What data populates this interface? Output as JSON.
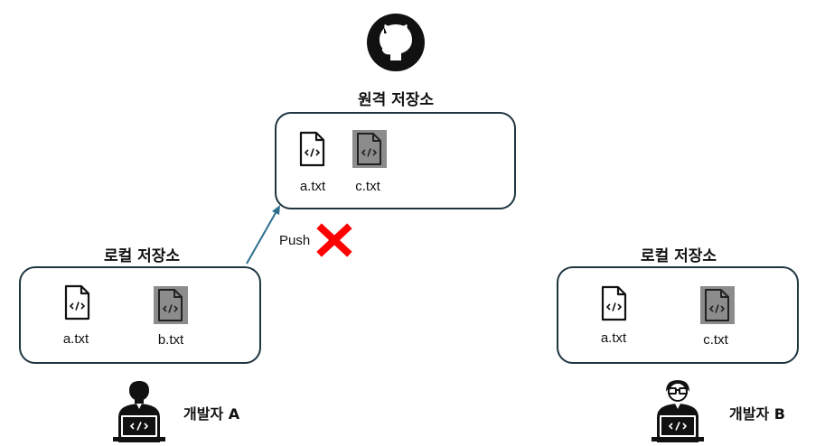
{
  "remote": {
    "title": "원격 저장소",
    "files": [
      "a.txt",
      "c.txt"
    ]
  },
  "local_a": {
    "title": "로컬 저장소",
    "files": [
      "a.txt",
      "b.txt"
    ]
  },
  "local_b": {
    "title": "로컬 저장소",
    "files": [
      "a.txt",
      "c.txt"
    ]
  },
  "push": {
    "label": "Push",
    "status_icon": "x-mark-icon",
    "status_color": "#ff0000"
  },
  "developers": {
    "a": "개발자 A",
    "b": "개발자 B"
  },
  "icons": {
    "remote_logo": "github-icon",
    "file_plain": "code-file-icon",
    "file_shaded": "code-file-shaded-icon",
    "developer_a": "developer-laptop-icon",
    "developer_b": "developer-glasses-laptop-icon"
  },
  "colors": {
    "border": "#1f3540",
    "arrow": "#2e6f8e",
    "shaded_file_bg": "#8c8c8c"
  }
}
